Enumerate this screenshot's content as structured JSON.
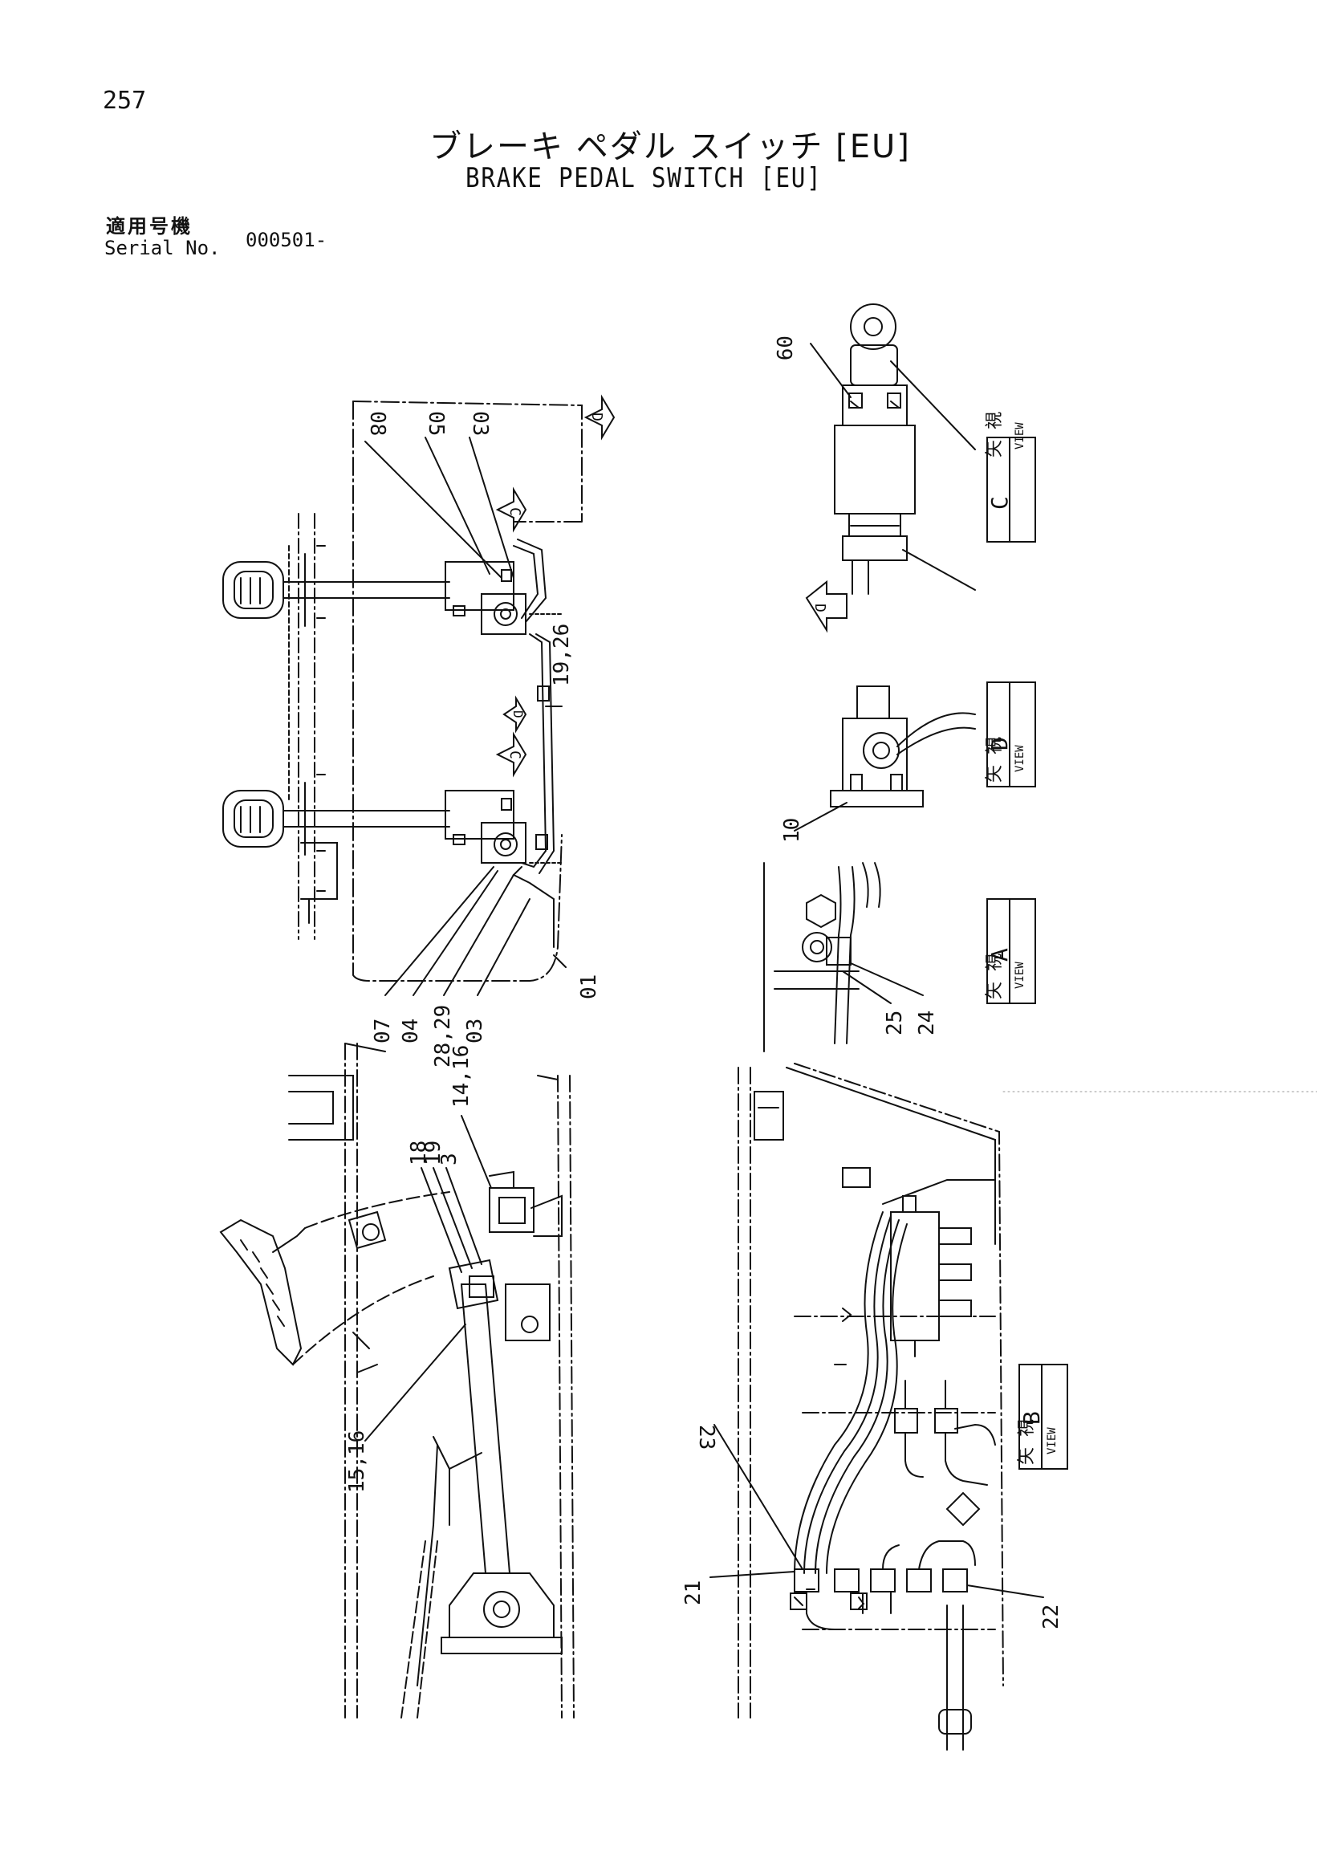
{
  "page_number": "257",
  "title_jp": "ブレーキ ペダル スイッチ [EU]",
  "title_en": "BRAKE PEDAL SWITCH [EU]",
  "serial": {
    "label_jp": "適用号機",
    "label_en": "Serial No.",
    "value": "000501-"
  },
  "view_labels": {
    "kanji": "矢 視",
    "view": "VIEW",
    "c": "C",
    "d": "D",
    "a": "A",
    "b": "B"
  },
  "callouts": {
    "top": [
      "08",
      "05",
      "03",
      "19,26",
      "07",
      "04",
      "28,29",
      "03",
      "01"
    ],
    "view_c": [
      "09"
    ],
    "view_d": [
      "10"
    ],
    "view_a": [
      "25",
      "24"
    ],
    "side": [
      "14,16",
      "3",
      "19",
      "18",
      "15,16"
    ],
    "view_b": [
      "23",
      "21",
      "22"
    ]
  },
  "arrow_labels": {
    "c": "C",
    "d": "D"
  }
}
